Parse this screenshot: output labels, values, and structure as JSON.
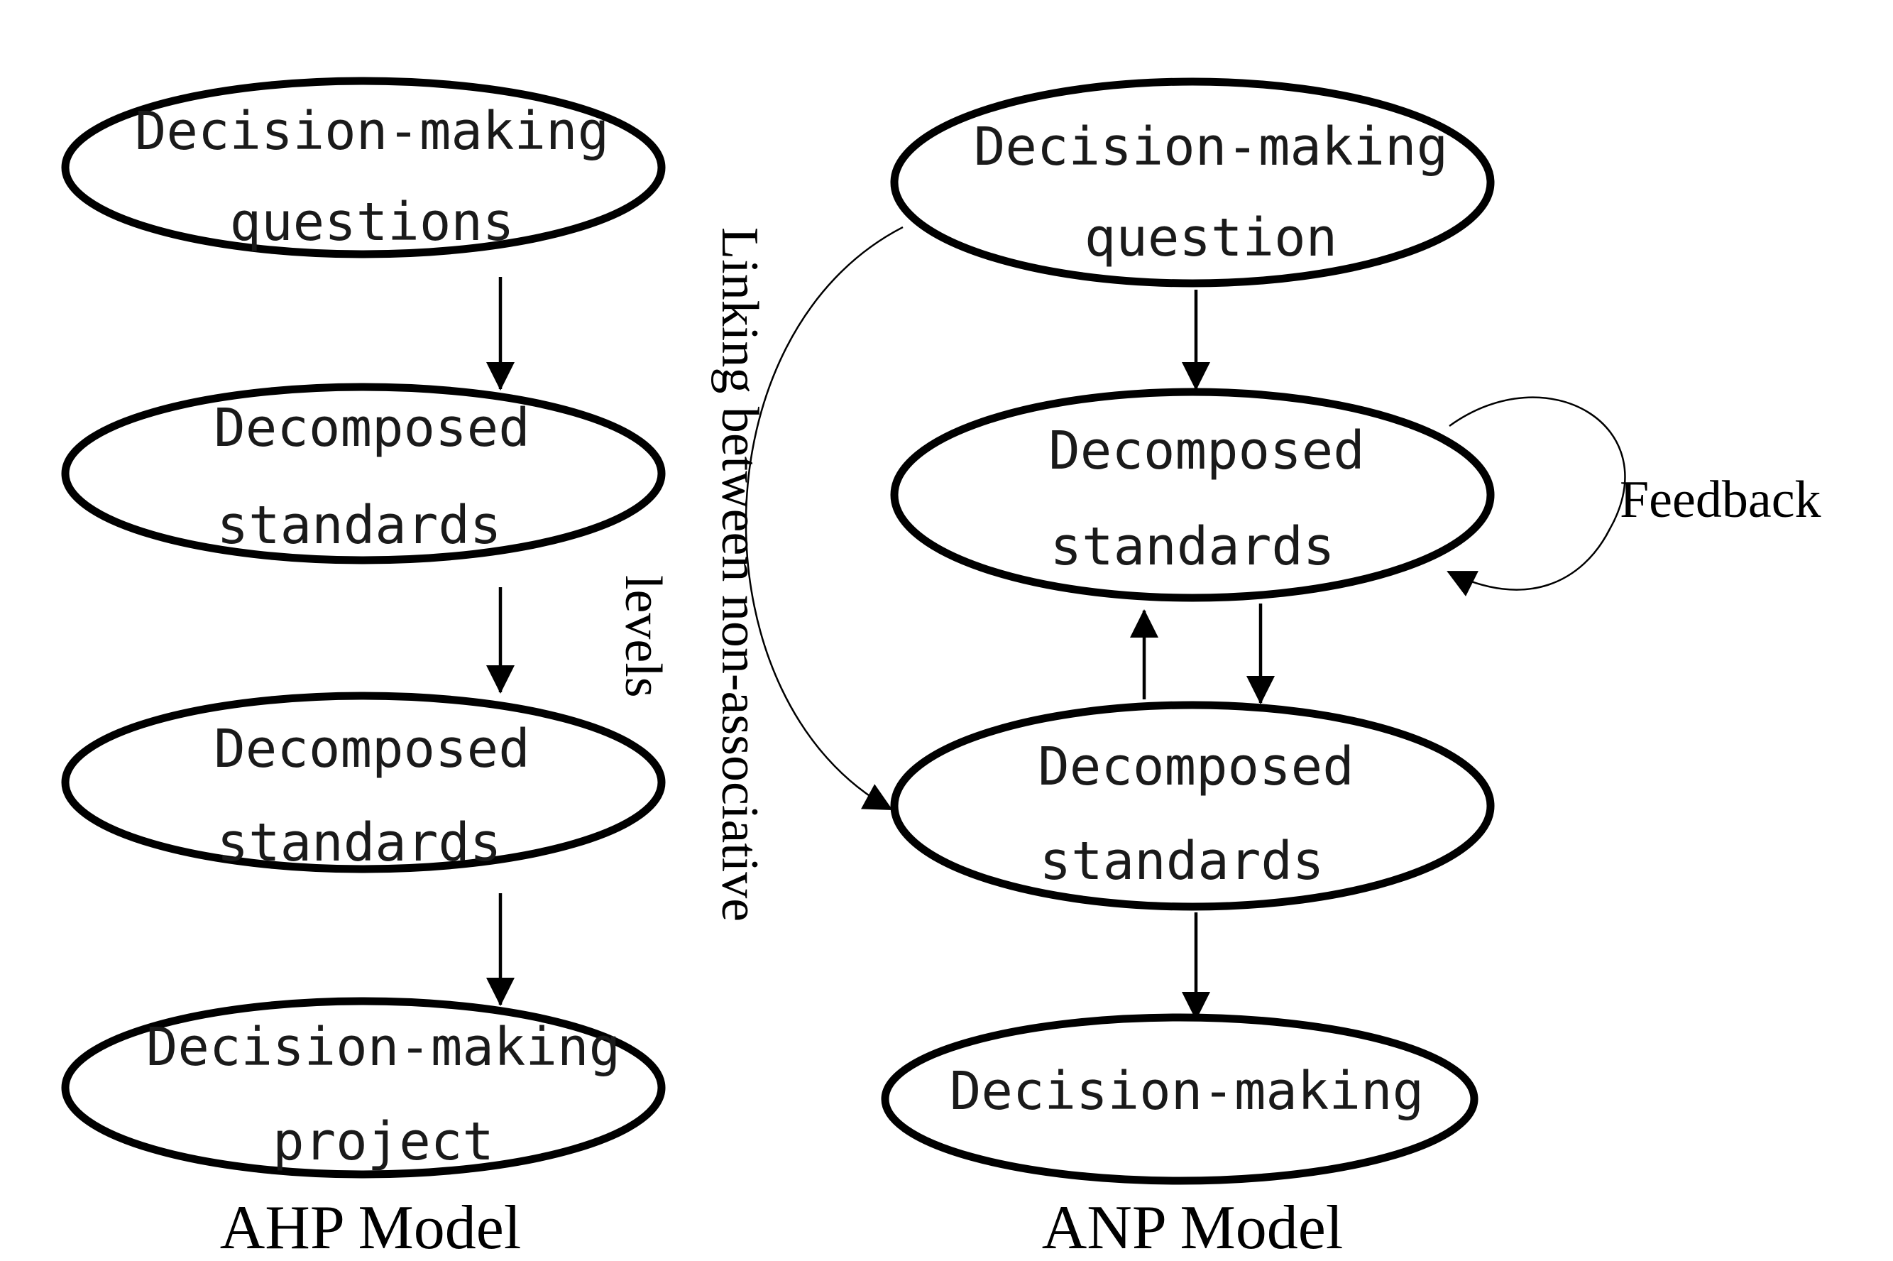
{
  "ahp": {
    "caption": "AHP Model",
    "nodes": [
      {
        "line1": "Decision-making",
        "line2": "questions"
      },
      {
        "line1": "Decomposed",
        "line2": "standards"
      },
      {
        "line1": "Decomposed",
        "line2": "standards"
      },
      {
        "line1": "Decision-making",
        "line2": "project"
      }
    ]
  },
  "anp": {
    "caption": "ANP Model",
    "nodes": [
      {
        "line1": "Decision-making",
        "line2": "question"
      },
      {
        "line1": "Decomposed",
        "line2": "standards"
      },
      {
        "line1": "Decomposed",
        "line2": "standards"
      },
      {
        "line1": "Decision-making",
        "line2": ""
      }
    ],
    "feedback_label": "Feedback"
  },
  "linking_label": {
    "line1": "Linking between non-associative",
    "line2": "levels"
  }
}
